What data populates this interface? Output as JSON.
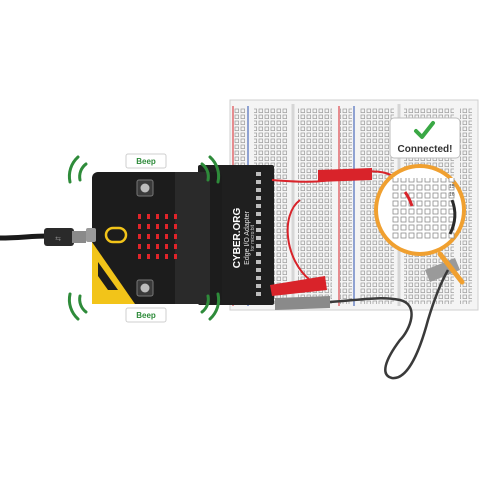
{
  "labels": {
    "beep_top": "Beep",
    "beep_bottom": "Beep",
    "connected": "Connected!",
    "adapter_brand": "CYBER.ORG",
    "adapter_line1": "Edge I/O Adapter",
    "adapter_line2": "for micro:bit",
    "magnifier_numbers": [
      "15",
      "16"
    ]
  },
  "icons": {
    "status": "check-icon",
    "connector": "usb-plug-icon"
  },
  "colors": {
    "beep_green": "#2e8b3a",
    "check_green": "#3aa845",
    "board_black": "#1c1c1c",
    "yellow_corner": "#f2c419",
    "led_red": "#e0242a",
    "wire_red": "#d9232a",
    "wire_gray": "#4a4a4a",
    "magnifier_orange": "#f0a030"
  }
}
